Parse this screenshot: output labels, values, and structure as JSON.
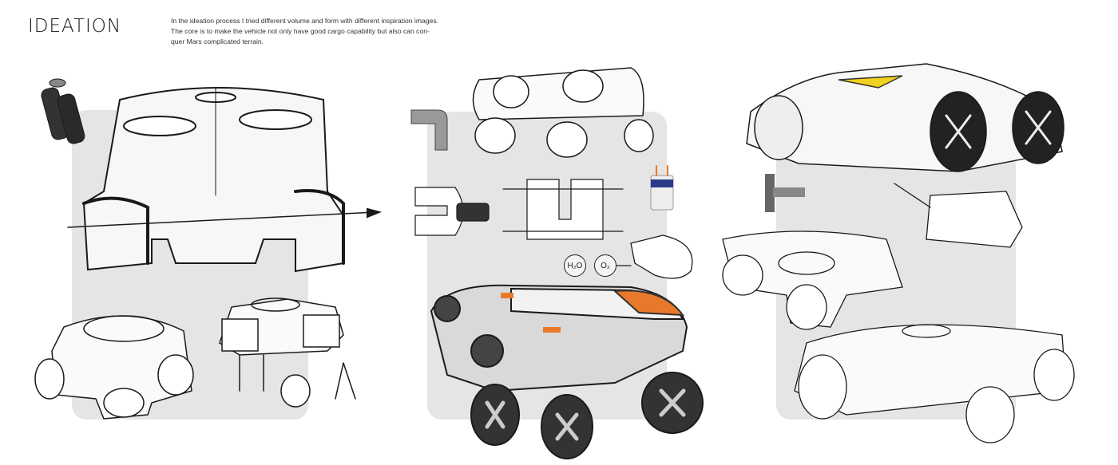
{
  "header": {
    "title": "IDEATION",
    "description": [
      "In the ideation process I tried different volume and form with different inspiration images.",
      "The core is to make the vehicle not only have good cargo capability but also can con-",
      "quer Mars complicated terrain."
    ]
  },
  "labels": {
    "water": "H₂O",
    "oxygen": "O₂"
  },
  "colors": {
    "panel": "#e5e5e5",
    "accent_orange": "#e8782a",
    "accent_yellow": "#f0d020",
    "ink": "#1a1a1a"
  }
}
